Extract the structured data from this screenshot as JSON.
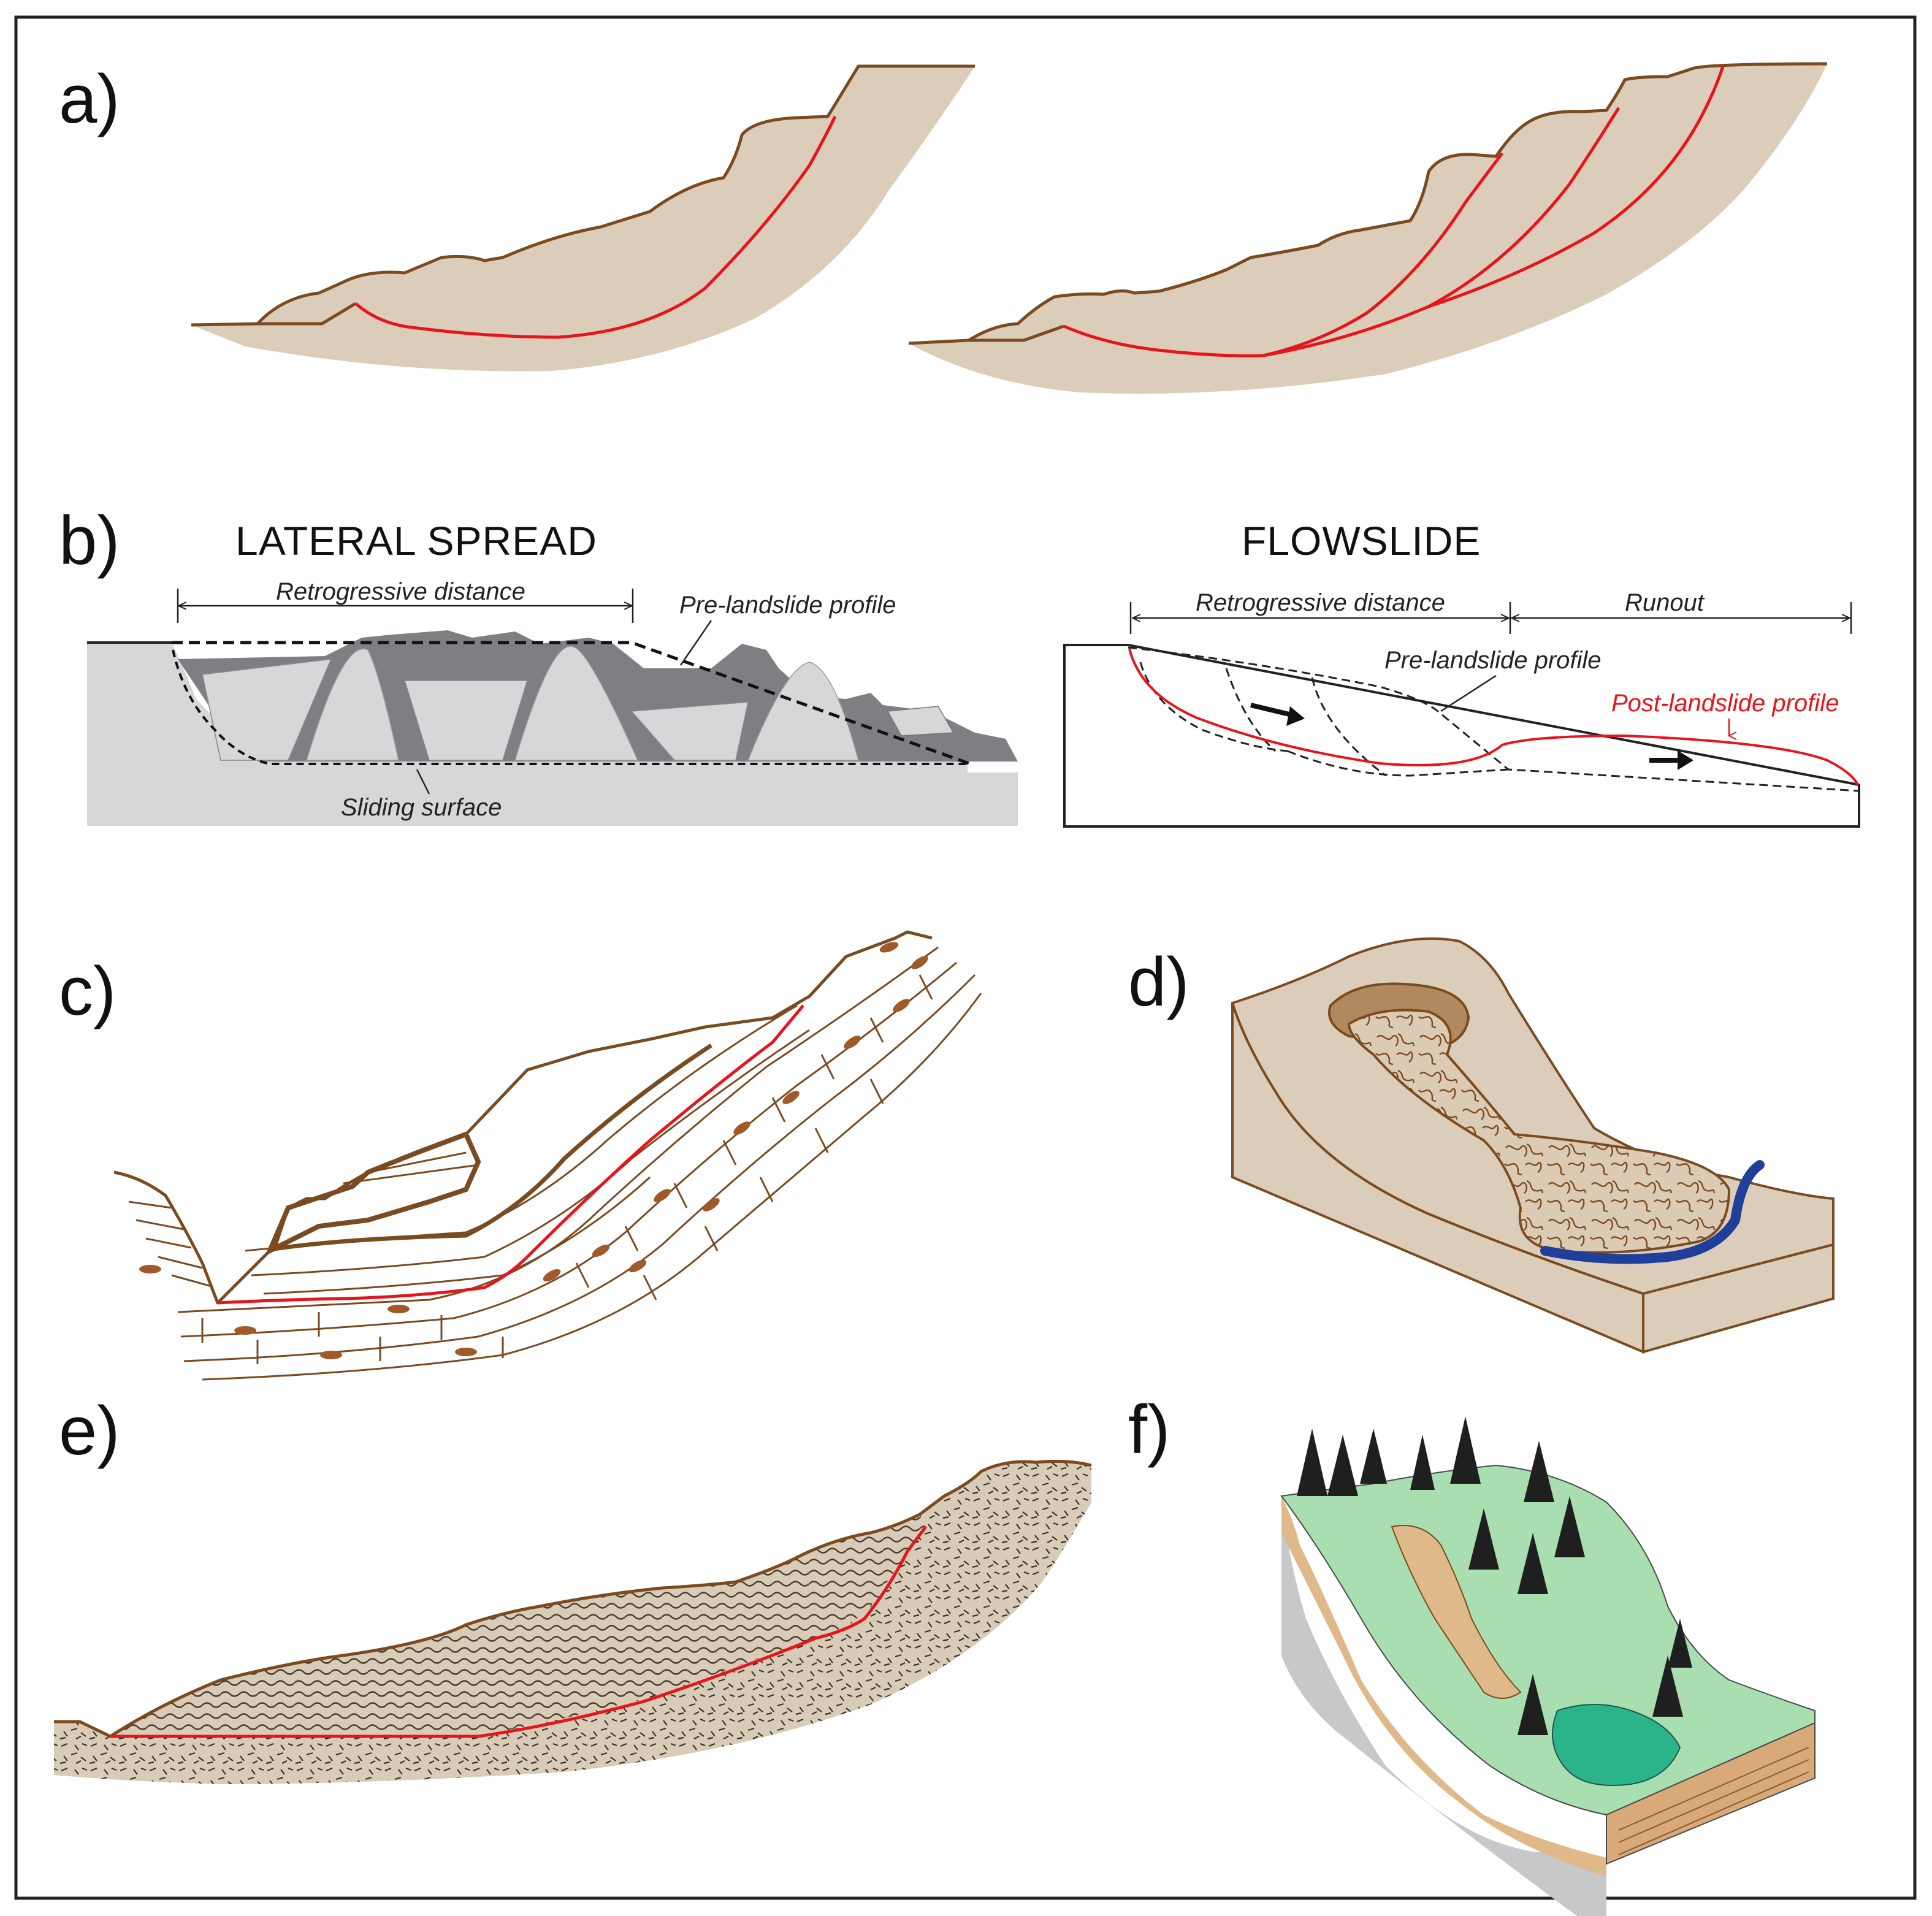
{
  "panels": {
    "a": {
      "label": "a)"
    },
    "b": {
      "label": "b)",
      "lateral_spread": {
        "title": "LATERAL SPREAD",
        "retrogressive_distance": "Retrogressive distance",
        "pre_landslide_profile": "Pre-landslide profile",
        "sliding_surface": "Sliding surface"
      },
      "flowslide": {
        "title": "FLOWSLIDE",
        "retrogressive_distance": "Retrogressive distance",
        "runout": "Runout",
        "pre_landslide_profile": "Pre-landslide profile",
        "post_landslide_profile": "Post-landslide profile"
      }
    },
    "c": {
      "label": "c)"
    },
    "d": {
      "label": "d)"
    },
    "e": {
      "label": "e)"
    },
    "f": {
      "label": "f)"
    }
  },
  "colors": {
    "soil": "#dbcdb9",
    "outline": "#7a4a20",
    "slip_surface": "#e8141b",
    "spread_light": "#d6d7d9",
    "spread_dark": "#7d7f82",
    "river": "#1f3f9a",
    "grass": "#a9dfb0",
    "rock": "#c7c8ca",
    "debris": "#2bb38a",
    "tree": "#1f1f1f"
  }
}
